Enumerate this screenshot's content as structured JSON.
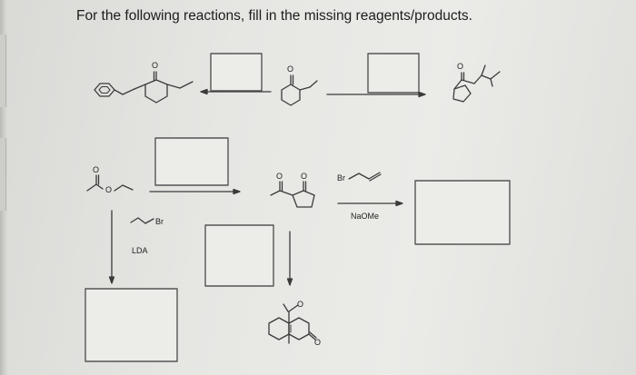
{
  "title": "For the following reactions, fill in the missing reagents/products.",
  "labels": {
    "O": "O",
    "Br": "Br",
    "LDA": "LDA",
    "NaOMe": "NaOMe"
  },
  "colors": {
    "ink": "#3a3a3a",
    "box_stroke": "#555555",
    "box_fill": "#ecece9"
  }
}
